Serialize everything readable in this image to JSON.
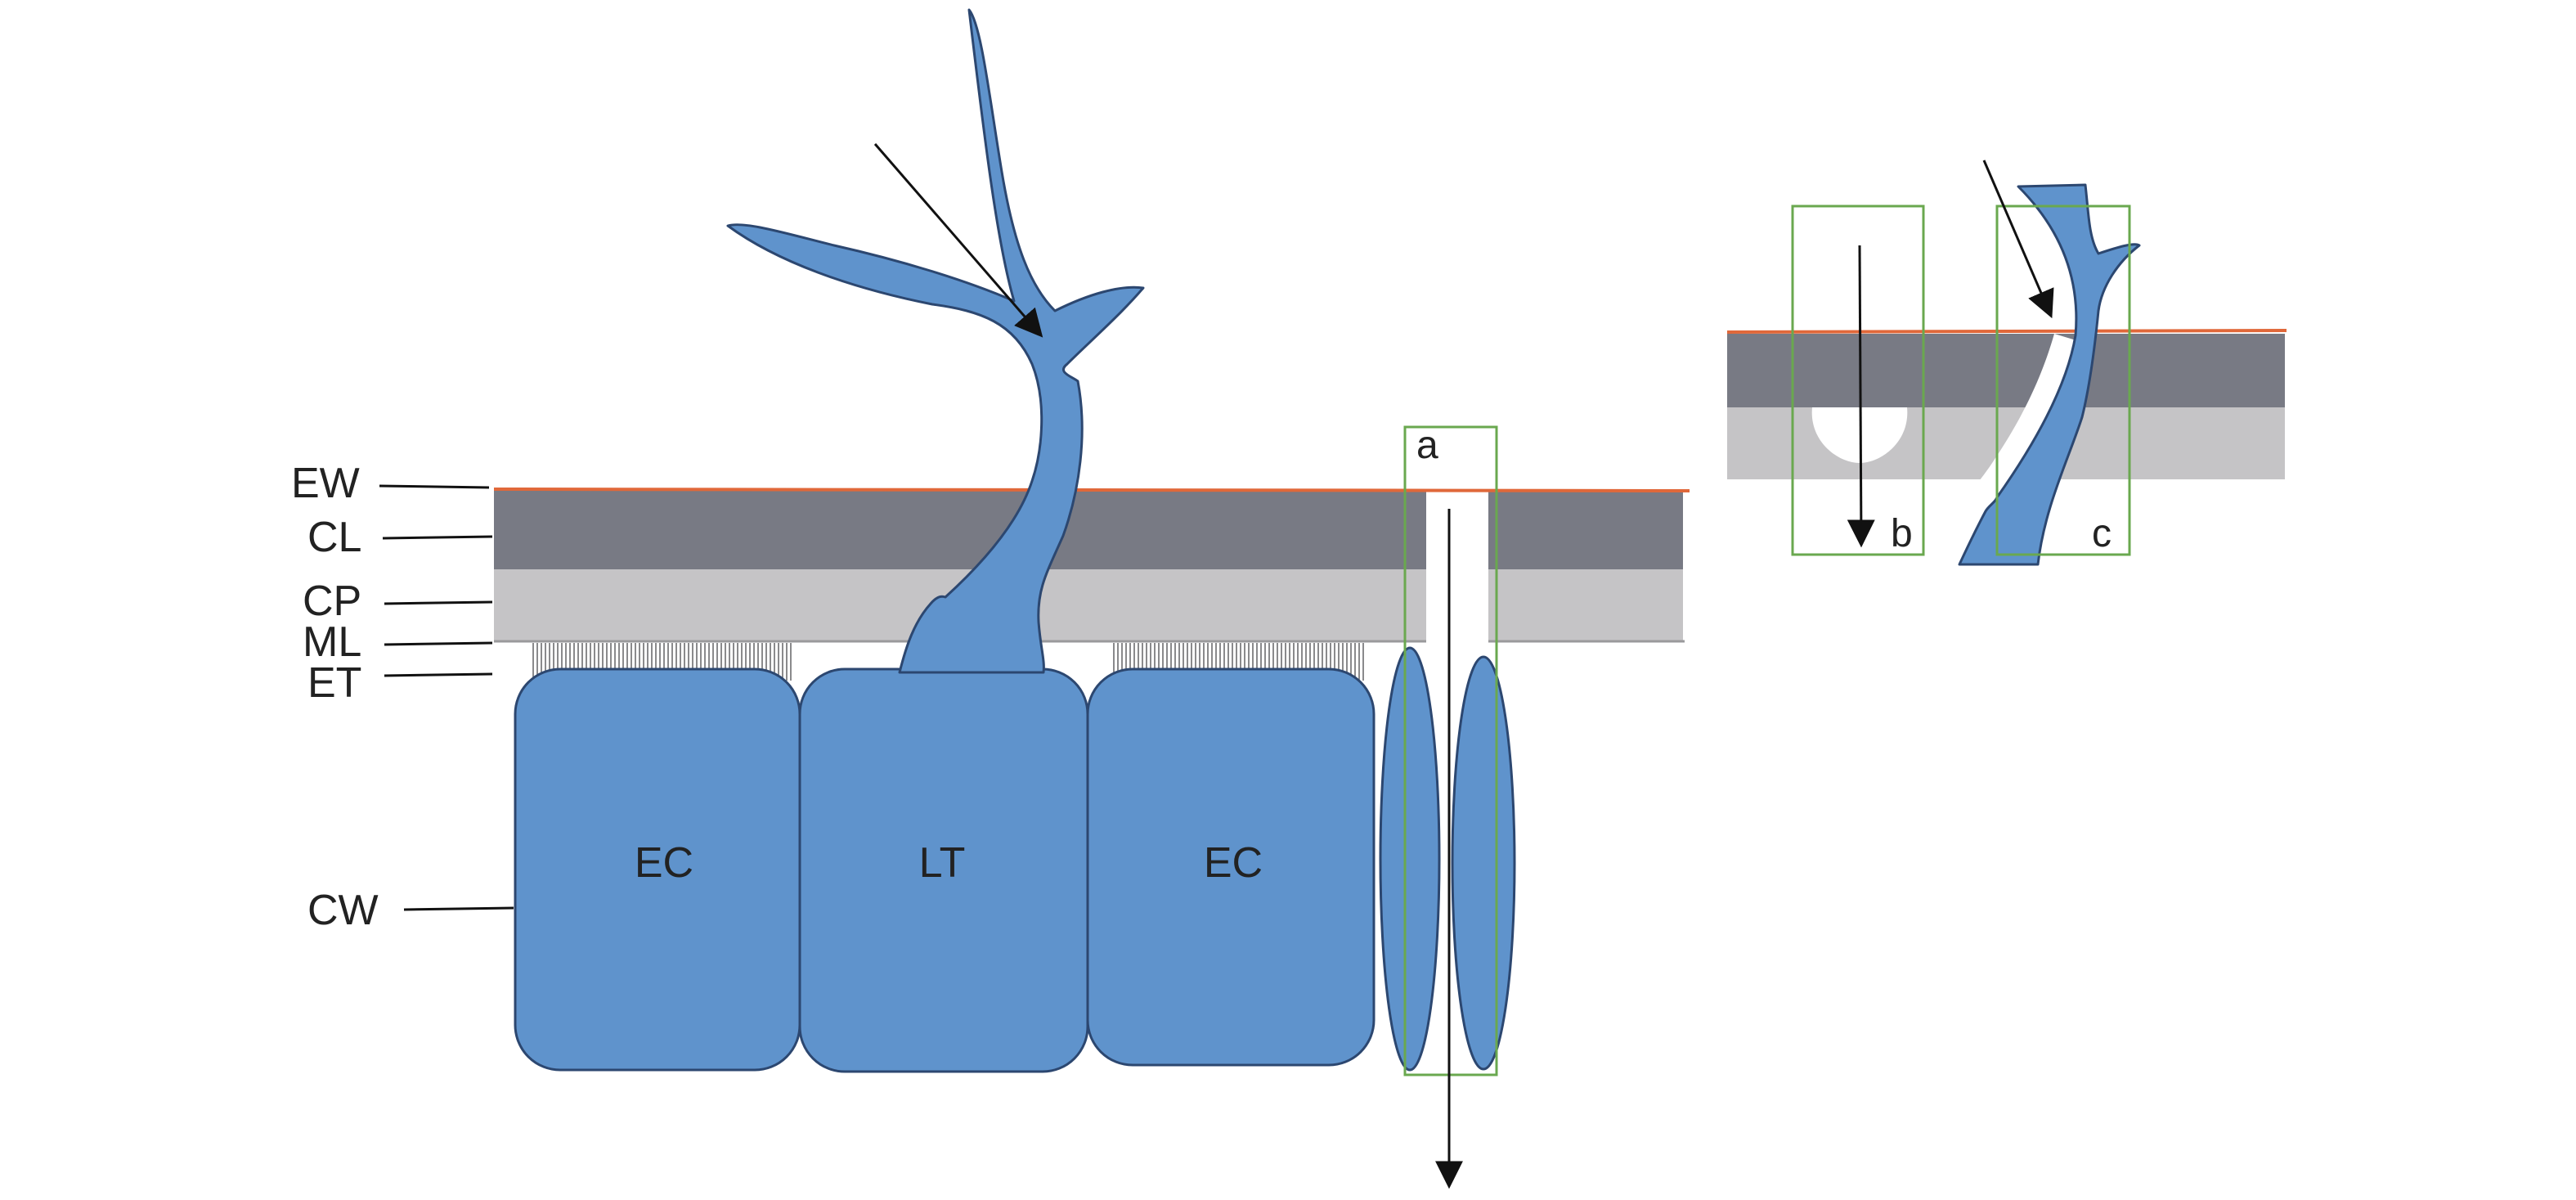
{
  "layers": {
    "ew": "EW",
    "cl": "CL",
    "cp": "CP",
    "ml": "ML",
    "et": "ET",
    "cw": "CW"
  },
  "cells": {
    "left": "EC",
    "middle": "LT",
    "right": "EC"
  },
  "boxes": {
    "a": "a",
    "b": "b",
    "c": "c"
  },
  "colors": {
    "cell_fill": "#5f93cc",
    "cell_stroke": "#2c4770",
    "cuticle_layer": "#787a84",
    "cuticle_proper": "#c5c4c6",
    "epicuticular_wax": "#e0683a",
    "box_frame": "#6aa84f"
  }
}
